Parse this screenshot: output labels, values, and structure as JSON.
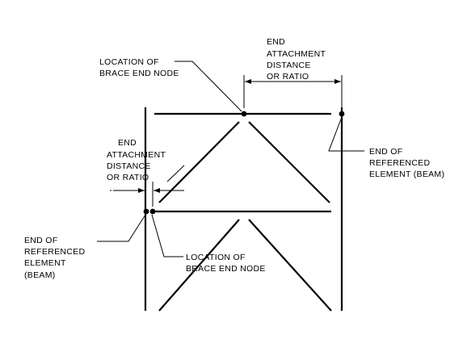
{
  "labels": {
    "top_dimension": [
      "END",
      "ATTACHMENT",
      "DISTANCE",
      "OR RATIO"
    ],
    "top_node": [
      "LOCATION OF",
      "BRACE END NODE"
    ],
    "right_end": [
      "END OF",
      "REFERENCED",
      "ELEMENT (BEAM)"
    ],
    "left_dimension": [
      "END",
      "ATTACHMENT",
      "DISTANCE",
      "OR RATIO"
    ],
    "left_end": [
      "END OF",
      "REFERENCED",
      "ELEMENT",
      "(BEAM)"
    ],
    "bottom_node": [
      "LOCATION OF",
      "BRACE END NODE"
    ]
  },
  "colors": {
    "line": "#000000",
    "background": "#ffffff"
  }
}
